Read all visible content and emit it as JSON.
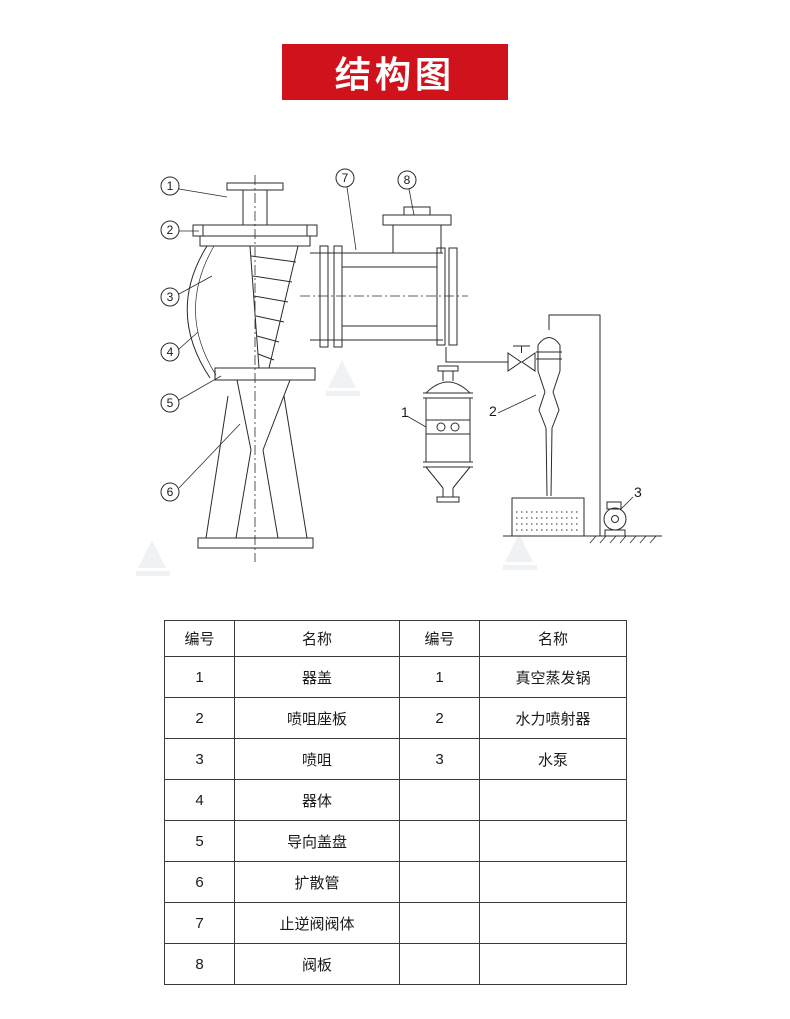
{
  "title": "结构图",
  "colors": {
    "banner_bg": "#d0121c",
    "banner_text": "#ffffff",
    "line": "#2b2b2b"
  },
  "diagram": {
    "callouts": [
      "1",
      "2",
      "3",
      "4",
      "5",
      "6",
      "7",
      "8"
    ],
    "item_labels": [
      "1",
      "2",
      "3"
    ]
  },
  "table": {
    "headers": [
      "编号",
      "名称",
      "编号",
      "名称"
    ],
    "rows": [
      {
        "no_l": "1",
        "name_l": "器盖",
        "no_r": "1",
        "name_r": "真空蒸发锅"
      },
      {
        "no_l": "2",
        "name_l": "喷咀座板",
        "no_r": "2",
        "name_r": "水力喷射器"
      },
      {
        "no_l": "3",
        "name_l": "喷咀",
        "no_r": "3",
        "name_r": "水泵"
      },
      {
        "no_l": "4",
        "name_l": "器体",
        "no_r": "",
        "name_r": ""
      },
      {
        "no_l": "5",
        "name_l": "导向盖盘",
        "no_r": "",
        "name_r": ""
      },
      {
        "no_l": "6",
        "name_l": "扩散管",
        "no_r": "",
        "name_r": ""
      },
      {
        "no_l": "7",
        "name_l": "止逆阀阀体",
        "no_r": "",
        "name_r": ""
      },
      {
        "no_l": "8",
        "name_l": "阀板",
        "no_r": "",
        "name_r": ""
      }
    ]
  }
}
